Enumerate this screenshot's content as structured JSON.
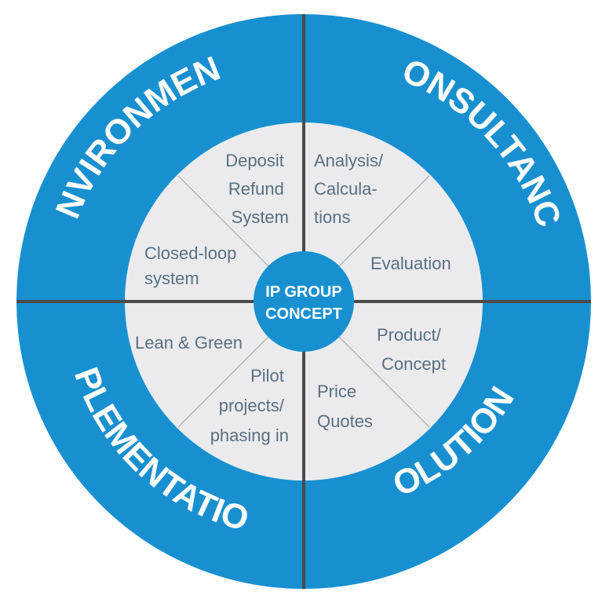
{
  "colors": {
    "ring": "#1890d0",
    "inner": "#ebebed",
    "divider": "#4a4a4a",
    "segment_text": "#5b6f80",
    "white": "#ffffff"
  },
  "center": {
    "line1": "IP GROUP",
    "line2": "CONCEPT"
  },
  "quadrants": {
    "environment": "ENVIRONMENT",
    "consultancy": "CONSULTANCY",
    "implementation": "IMPLEMENTATION",
    "solutions": "SOLUTIONS"
  },
  "segments": {
    "deposit_refund": [
      "Deposit",
      "Refund",
      "System"
    ],
    "closed_loop": [
      "Closed-loop",
      "system"
    ],
    "analysis": [
      "Analysis/",
      "Calcula-",
      "tions"
    ],
    "evaluation": [
      "Evaluation"
    ],
    "lean_green": [
      "Lean & Green"
    ],
    "pilot": [
      "Pilot",
      "projects/",
      "phasing in"
    ],
    "product": [
      "Product/",
      "Concept"
    ],
    "price": [
      "Price",
      "Quotes"
    ]
  }
}
